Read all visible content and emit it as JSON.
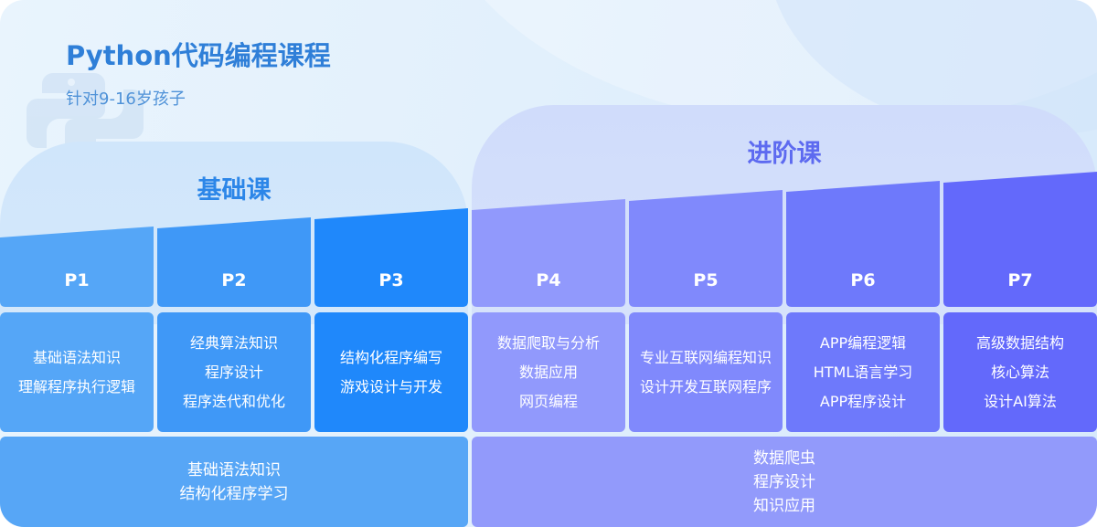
{
  "header": {
    "title": "Python代码编程课程",
    "subtitle": "针对9-16岁孩子"
  },
  "sections": {
    "basic": {
      "title": "基础课",
      "summary": [
        "基础语法知识",
        "结构化程序学习"
      ]
    },
    "advanced": {
      "title": "进阶课",
      "summary": [
        "数据爬虫",
        "程序设计",
        "知识应用"
      ]
    }
  },
  "levels": [
    {
      "label": "P1",
      "color": "#55a6f7",
      "topics": [
        "基础语法知识",
        "理解程序执行逻辑"
      ]
    },
    {
      "label": "P2",
      "color": "#3f98f7",
      "topics": [
        "经典算法知识",
        "程序设计",
        "程序迭代和优化"
      ]
    },
    {
      "label": "P3",
      "color": "#1f88fb",
      "topics": [
        "结构化程序编写",
        "游戏设计与开发"
      ]
    },
    {
      "label": "P4",
      "color": "#9199fc",
      "topics": [
        "数据爬取与分析",
        "数据应用",
        "网页编程"
      ]
    },
    {
      "label": "P5",
      "color": "#8089fc",
      "topics": [
        "专业互联网编程知识",
        "设计开发互联网程序"
      ]
    },
    {
      "label": "P6",
      "color": "#6e79fb",
      "topics": [
        "APP编程逻辑",
        "HTML语言学习",
        "APP程序设计"
      ]
    },
    {
      "label": "P7",
      "color": "#6369fb",
      "topics": [
        "高级数据结构",
        "核心算法",
        "设计AI算法"
      ]
    }
  ],
  "colors": {
    "basic_summary": "#57a6f6",
    "advanced_summary": "#929afb",
    "title": "#2f7fd8"
  },
  "icons": {
    "background_logo": "python-logo-watermark"
  }
}
